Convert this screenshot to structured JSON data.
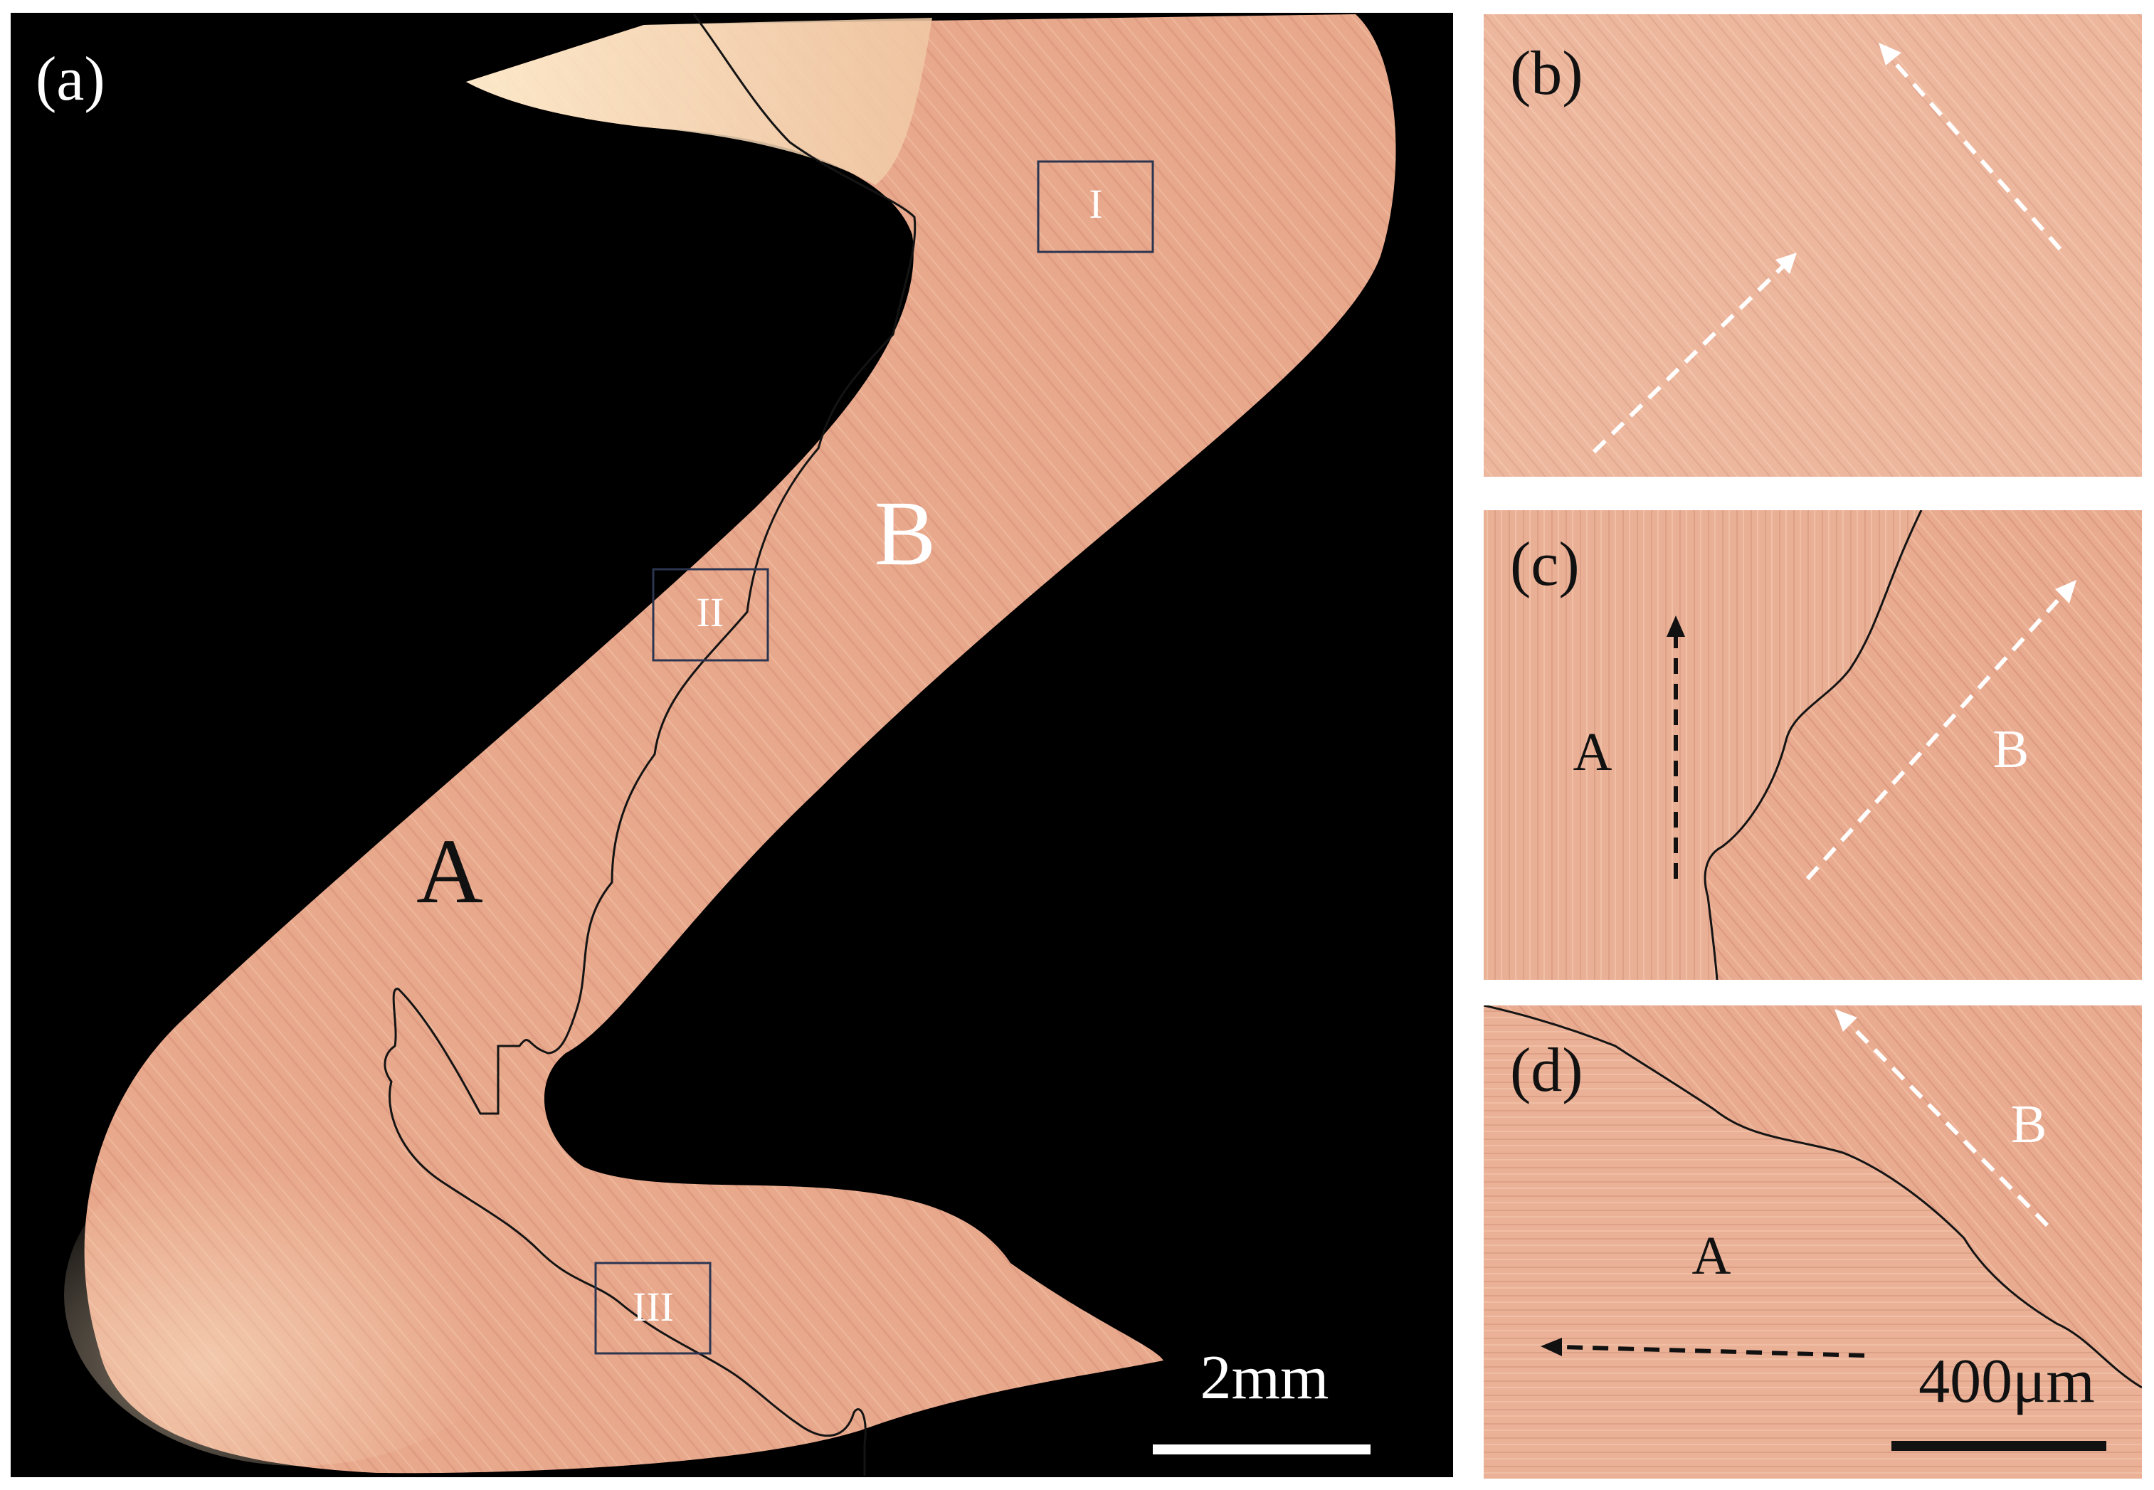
{
  "panels": {
    "a": {
      "tag": "(a)",
      "region_a": "A",
      "region_b": "B",
      "box_1": "I",
      "box_2": "II",
      "box_3": "III",
      "scale": "2mm"
    },
    "b": {
      "tag": "(b)"
    },
    "c": {
      "tag": "(c)",
      "region_a": "A",
      "region_b": "B"
    },
    "d": {
      "tag": "(d)",
      "region_a": "A",
      "region_b": "B",
      "scale": "400μm"
    }
  },
  "colors": {
    "background": "#000000",
    "sample": "#e8a88c",
    "sample_light": "#f3d4b6",
    "boundary": "#141414",
    "box_outline": "#2b3550",
    "arrow_white": "#ffffff",
    "arrow_black": "#111111"
  }
}
